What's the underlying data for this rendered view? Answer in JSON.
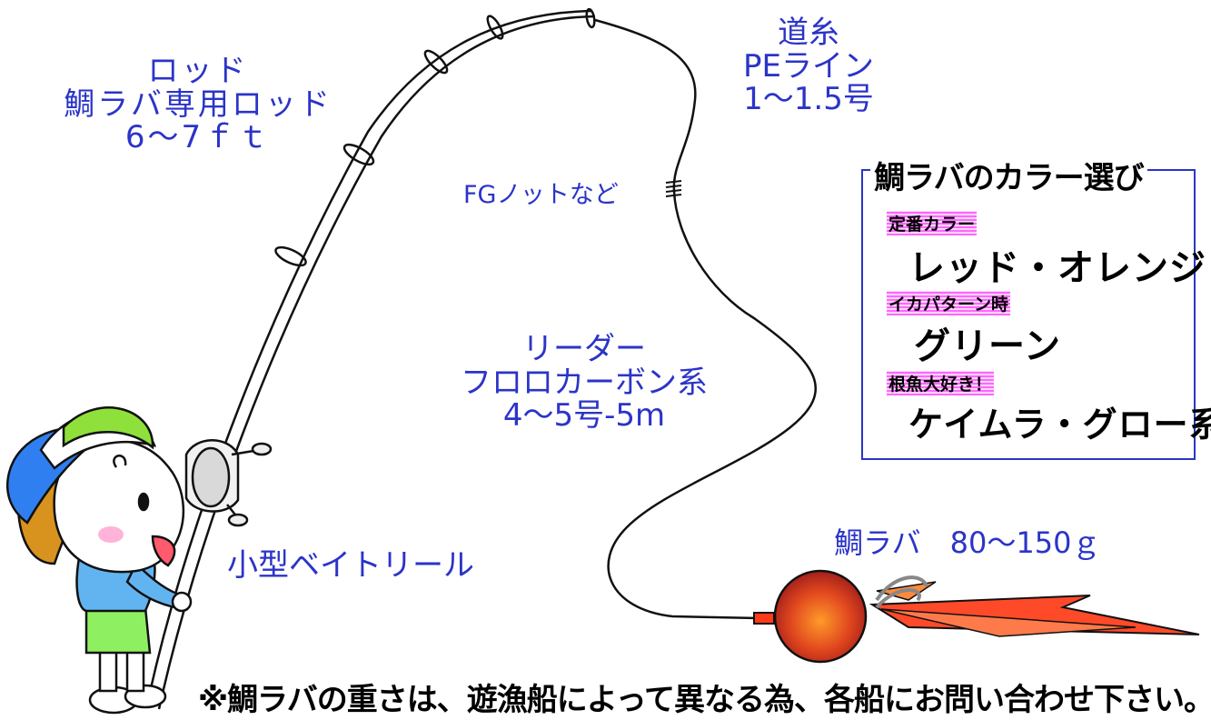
{
  "labels": {
    "rod": {
      "line1": "ロッド",
      "line2": "鯛ラバ専用ロッド",
      "line3": "6～7ｆｔ"
    },
    "mainline": {
      "line1": "道糸",
      "line2": "PEライン",
      "line3": "1～1.5号"
    },
    "knot": "FGノットなど",
    "leader": {
      "line1": "リーダー",
      "line2": "フロロカーボン系",
      "line3": "4～5号-5m"
    },
    "reel": "小型ベイトリール",
    "lure": "鯛ラバ　80～150ｇ"
  },
  "color_box": {
    "title": "鯛ラバのカラー選び",
    "items": [
      {
        "category": "定番カラー",
        "color": "レッド・オレンジ"
      },
      {
        "category": "イカパターン時",
        "color": "グリーン"
      },
      {
        "category": "根魚大好き！",
        "color": "ケイムラ・グロー系"
      }
    ]
  },
  "note": "※鯛ラバの重さは、遊漁船によって異なる為、各船にお問い合わせ下さい。",
  "colors": {
    "label_text": "#2b34c8",
    "box_border": "#2b34c8",
    "highlight": "#ff66ff",
    "lure_head_center": "#ff9a2a",
    "lure_head_edge": "#a3201a",
    "skirt": "#ff4a2a",
    "cap": "#8fe03a",
    "shirt": "#62b4f0",
    "shorts": "#8ef060",
    "hair": "#d8921e"
  }
}
